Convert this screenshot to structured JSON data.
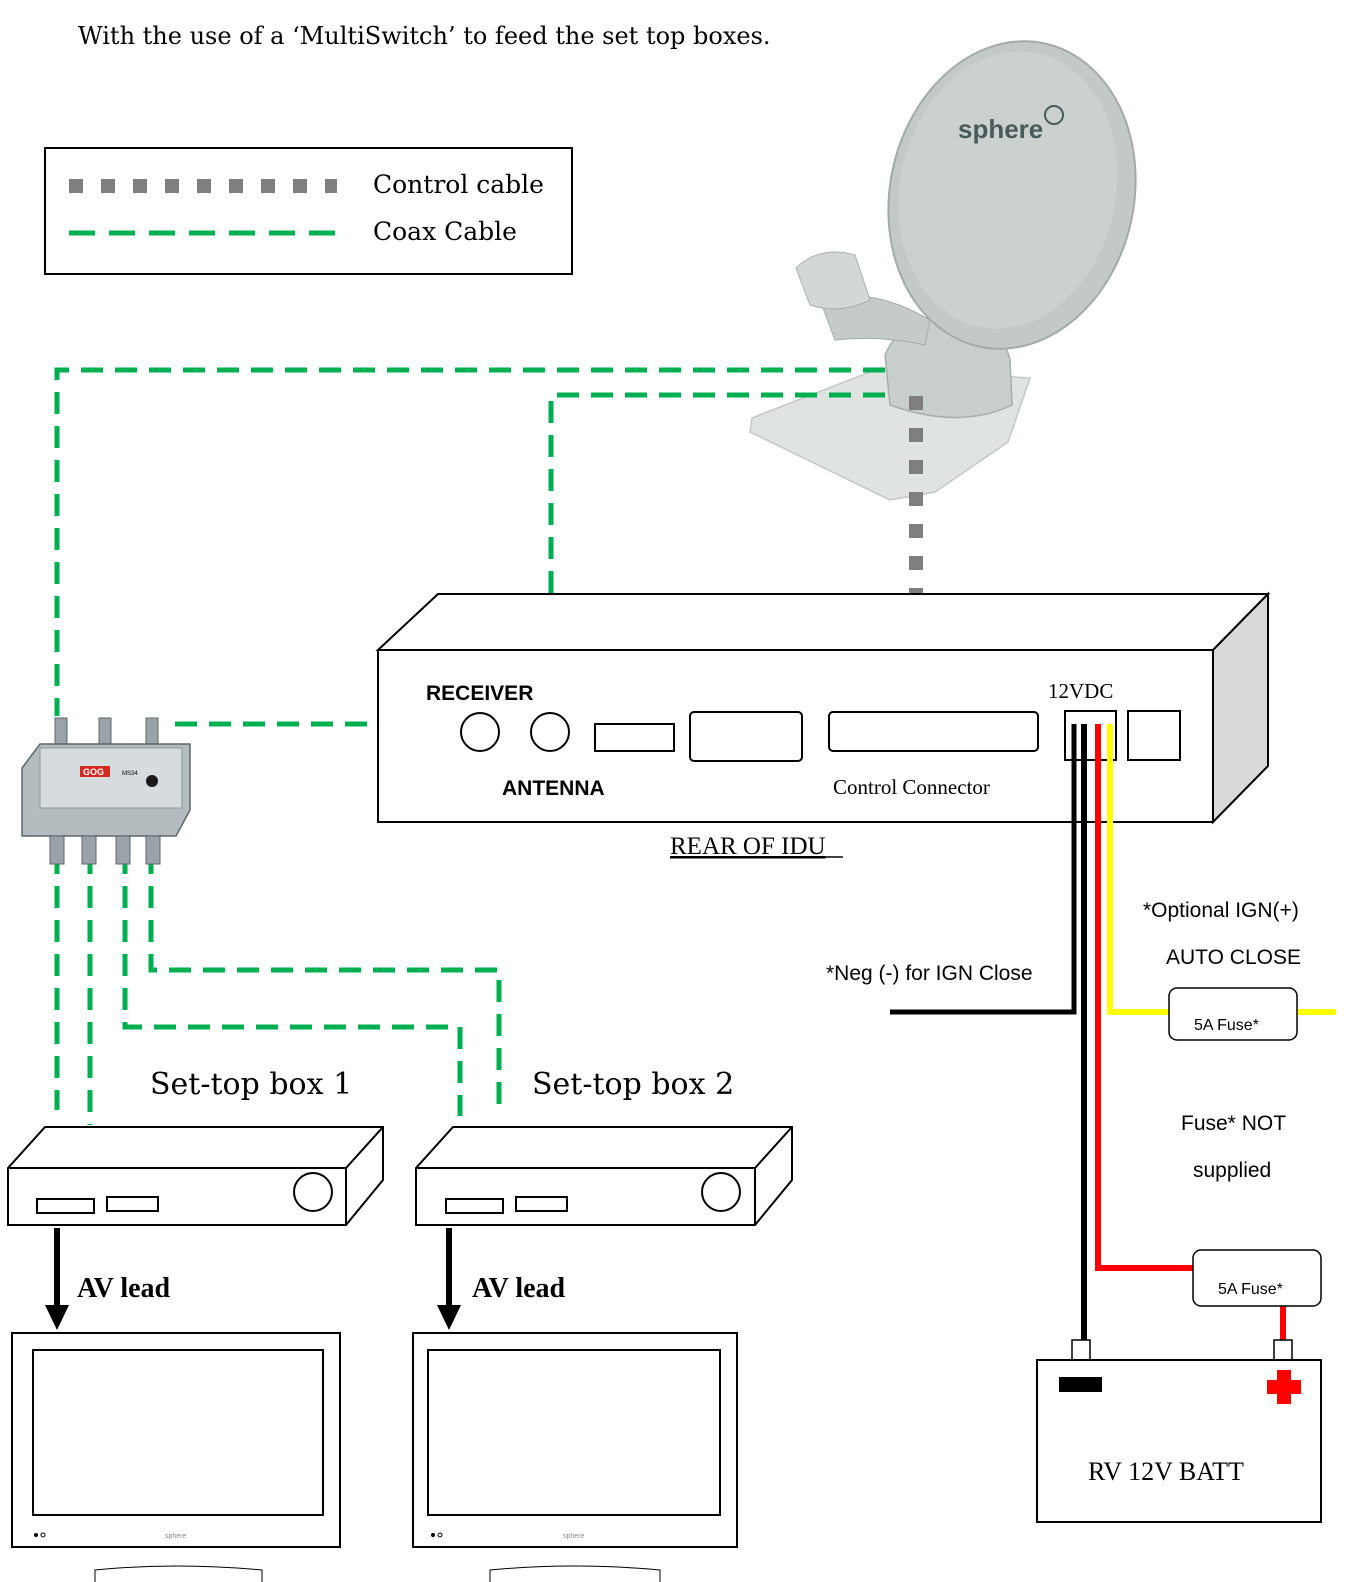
{
  "header": {
    "caption": "With the use of a ‘MultiSwitch’ to feed the set top boxes."
  },
  "legend": {
    "items": [
      {
        "label": "Control cable",
        "color": "#7f7f7f",
        "style": "square-dots"
      },
      {
        "label": "Coax Cable",
        "color": "#00b050",
        "style": "dashed"
      }
    ]
  },
  "dish": {
    "brand": "sphere"
  },
  "multiswitch": {
    "brand": "GOG",
    "model": "MS34"
  },
  "idu": {
    "caption": "REAR OF IDU",
    "receiver_label": "RECEIVER",
    "antenna_label": "ANTENNA",
    "control_label": "Control Connector",
    "power_label": "12VDC"
  },
  "wiring": {
    "neg_label": "*Neg (-) for IGN Close",
    "ign_label": "*Optional IGN(+)",
    "auto_close_label": "AUTO CLOSE",
    "fuse_top_label": "5A Fuse*",
    "fuse_note_1": "Fuse* NOT",
    "fuse_note_2": "supplied",
    "fuse_bottom_label": "5A Fuse*",
    "colors": {
      "black": "#000000",
      "red": "#ff0000",
      "yellow": "#ffff00"
    }
  },
  "stb1": {
    "title": "Set-top box 1",
    "av_lead": "AV lead"
  },
  "stb2": {
    "title": "Set-top box 2",
    "av_lead": "AV lead"
  },
  "tv": {
    "brand": "sphere"
  },
  "battery": {
    "label": "RV 12V BATT"
  }
}
